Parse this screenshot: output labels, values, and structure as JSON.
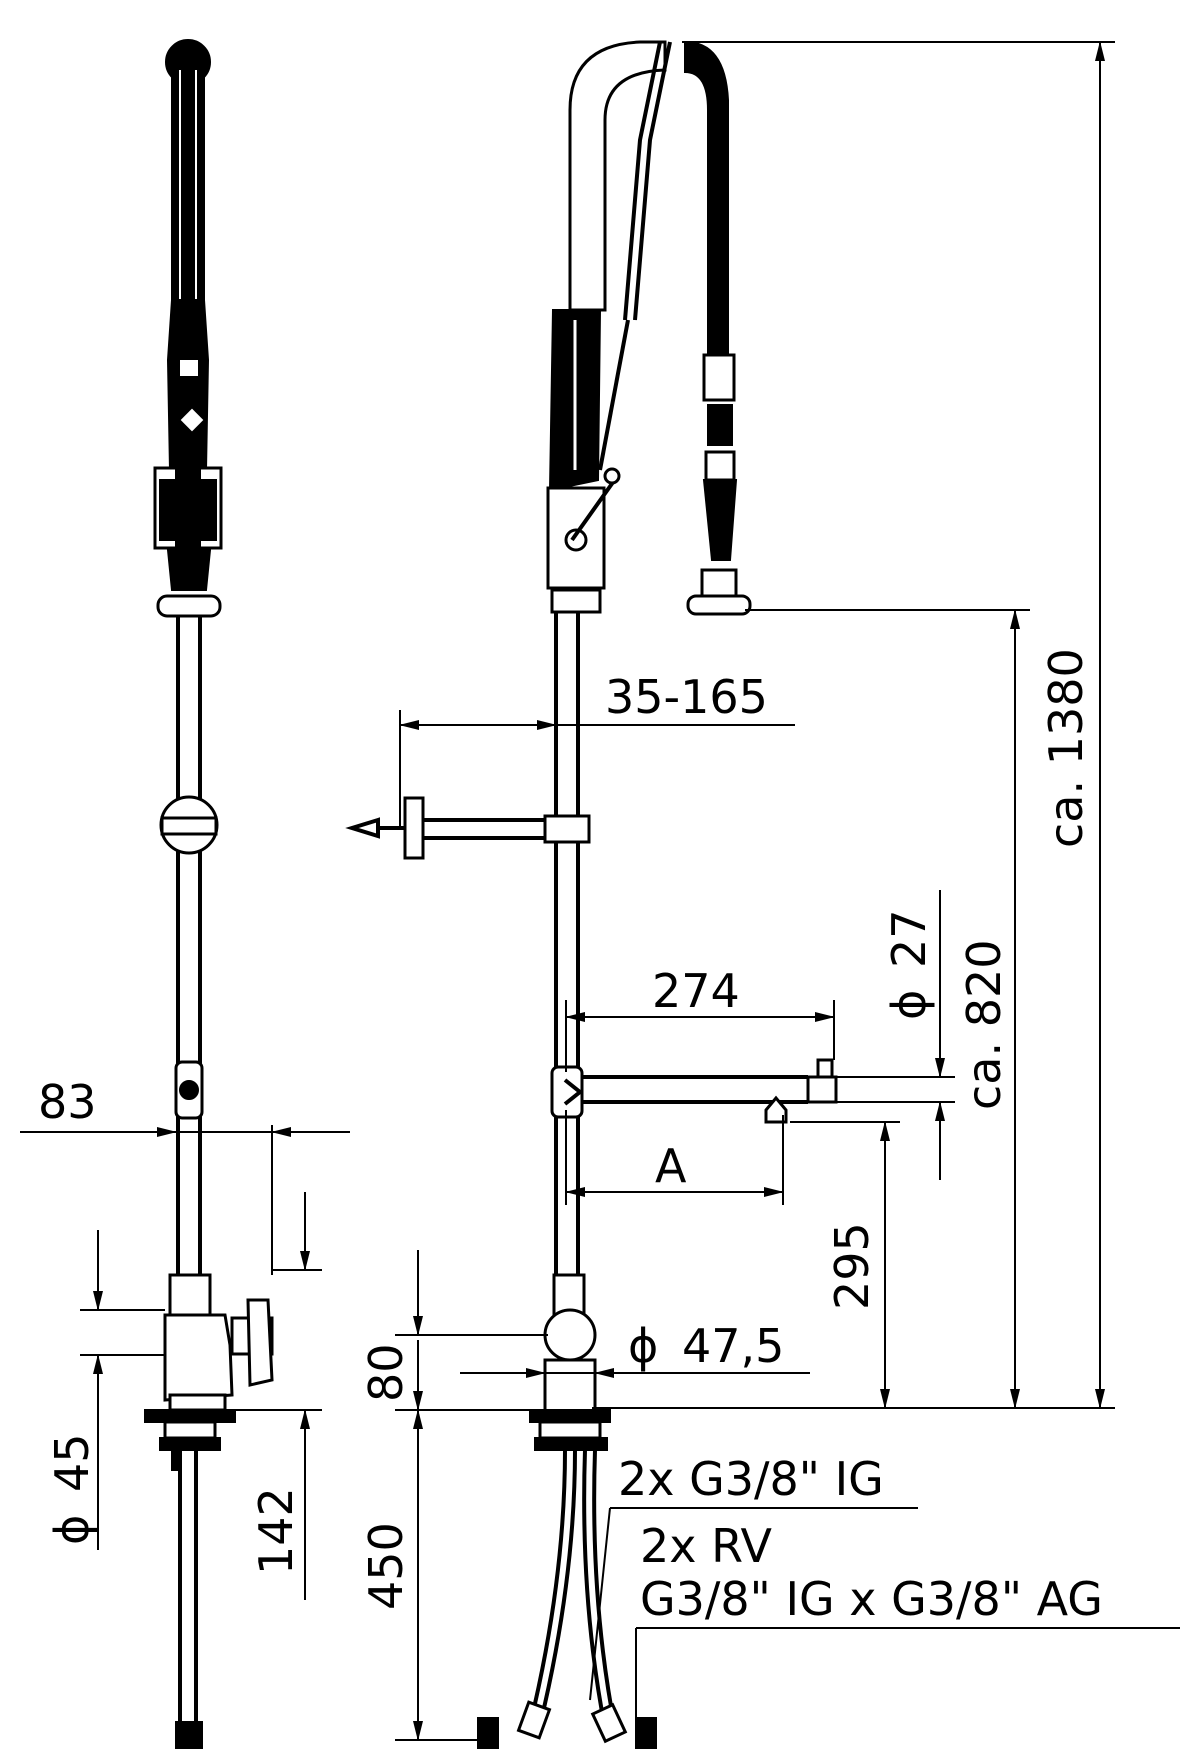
{
  "dimensions": {
    "d83": "83",
    "d45": "45",
    "d142": "142",
    "d35_165": "35-165",
    "d274": "274",
    "d27": "27",
    "dA": "A",
    "d295": "295",
    "d47_5": "47,5",
    "d80": "80",
    "d450": "450",
    "ca820": "ca. 820",
    "ca1380": "ca. 1380",
    "diameter_symbol": "ϕ"
  },
  "notes": {
    "line1": "2x G3/8\" IG",
    "line2": "2x RV",
    "line3": "G3/8\" IG x G3/8\" AG"
  }
}
